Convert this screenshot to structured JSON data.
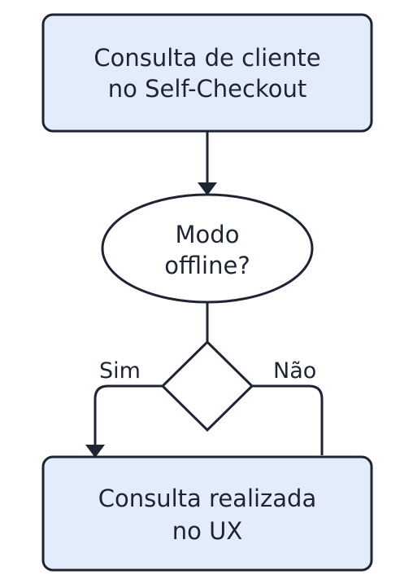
{
  "colors": {
    "stroke": "#1f2433",
    "box_fill": "#e3ecfa",
    "oval_fill": "#ffffff",
    "text": "#1f2433"
  },
  "nodes": {
    "start": {
      "shape": "rounded-rectangle",
      "lines": [
        "Consulta de cliente",
        "no Self-Checkout"
      ]
    },
    "question": {
      "shape": "ellipse",
      "lines": [
        "Modo",
        "offline?"
      ]
    },
    "decision": {
      "shape": "diamond"
    },
    "end": {
      "shape": "rounded-rectangle",
      "lines": [
        "Consulta realizada",
        "no UX"
      ]
    }
  },
  "edges": {
    "yes_label": "Sim",
    "no_label": "Não"
  }
}
